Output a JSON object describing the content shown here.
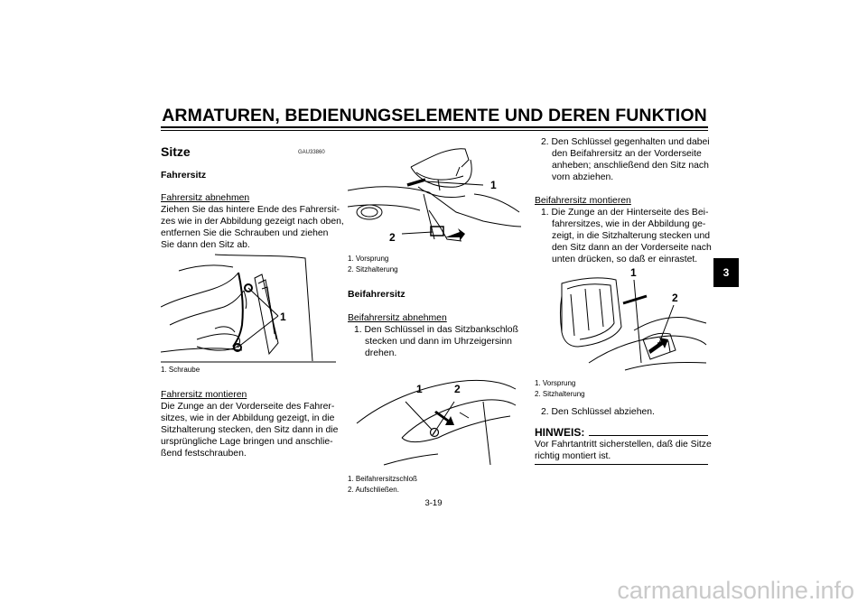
{
  "header": {
    "title": "ARMATUREN, BEDIENUNGSELEMENTE UND DEREN FUNKTION"
  },
  "chapter_tab": "3",
  "page_number": "3-19",
  "watermark": "carmanualsonline.info",
  "col1": {
    "code": "GAU33860",
    "section_title": "Sitze",
    "subhead": "Fahrersitz",
    "remove_heading": "Fahrersitz abnehmen",
    "remove_lines": [
      "Ziehen Sie das hintere Ende des Fahrersit-",
      "zes wie in der Abbildung gezeigt nach oben,",
      "entfernen Sie die Schrauben und ziehen",
      "Sie dann den Sitz ab."
    ],
    "fig_label": "1",
    "caption": "1. Schraube",
    "install_heading": "Fahrersitz montieren",
    "install_lines": [
      "Die Zunge an der Vorderseite des Fahrer-",
      "sitzes, wie in der Abbildung gezeigt, in die",
      "Sitzhalterung stecken, den Sitz dann in die",
      "ursprüngliche Lage bringen und anschlie-",
      "ßend festschrauben."
    ]
  },
  "col2": {
    "fig1_labels": [
      "1",
      "2"
    ],
    "fig1_captions": [
      "1. Vorsprung",
      "2. Sitzhalterung"
    ],
    "subhead": "Beifahrersitz",
    "remove_heading": "Beifahrersitz abnehmen",
    "step1_lines": [
      "1. Den Schlüssel in das Sitzbankschloß",
      "stecken und dann im Uhrzeigersinn",
      "drehen."
    ],
    "fig2_labels": [
      "1",
      "2"
    ],
    "fig2_captions": [
      "1. Beifahrersitzschloß",
      "2. Aufschließen."
    ]
  },
  "col3": {
    "step2_lines": [
      "2. Den Schlüssel gegenhalten und dabei",
      "den Beifahrersitz an der Vorderseite",
      "anheben; anschließend den Sitz nach",
      "vorn abziehen."
    ],
    "install_heading": "Beifahrersitz montieren",
    "install_step_lines": [
      "1. Die Zunge an der Hinterseite des Bei-",
      "fahrersitzes, wie in der Abbildung ge-",
      "zeigt, in die Sitzhalterung stecken und",
      "den Sitz dann an der Vorderseite nach",
      "unten drücken, so daß er einrastet."
    ],
    "fig_labels": [
      "1",
      "2"
    ],
    "fig_captions": [
      "1. Vorsprung",
      "2. Sitzhalterung"
    ],
    "step_key": "2. Den Schlüssel abziehen.",
    "note_label": "HINWEIS:",
    "note_lines": [
      "Vor Fahrtantritt sicherstellen, daß die Sitze",
      "richtig montiert ist."
    ]
  }
}
